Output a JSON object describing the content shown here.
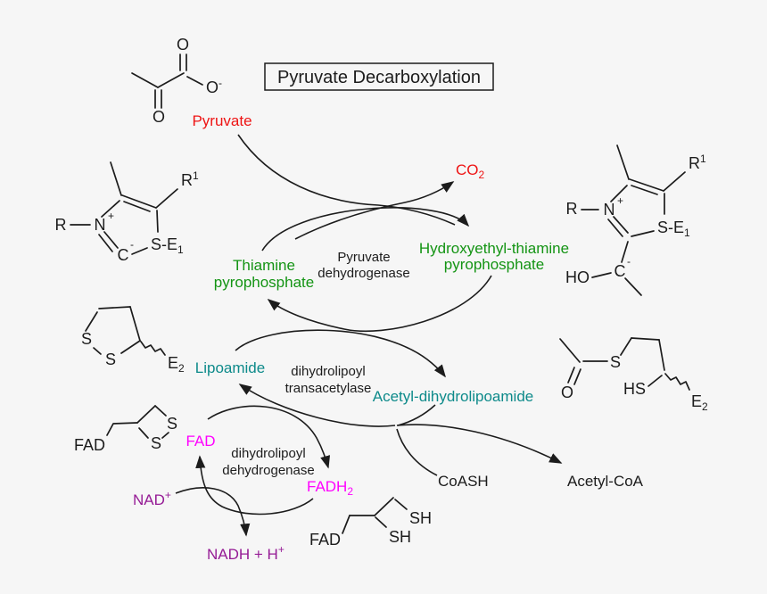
{
  "title": {
    "text": "Pyruvate Decarboxylation"
  },
  "colors": {
    "background": "#f6f6f6",
    "ink": "#1c1c1c",
    "red": "#ee1414",
    "green": "#149414",
    "teal": "#0d8a8a",
    "magenta": "#ff00ff",
    "purple": "#951b95"
  },
  "labels": {
    "pyruvate": "Pyruvate",
    "co2": {
      "base": "CO",
      "sub": "2"
    },
    "tpp": {
      "line1": "Thiamine",
      "line2": "pyrophosphate"
    },
    "enzyme1": {
      "line1": "Pyruvate",
      "line2": "dehydrogenase"
    },
    "hetpp": {
      "line1": "Hydroxyethyl-thiamine",
      "line2": "pyrophosphate"
    },
    "lipoamide": "Lipoamide",
    "enzyme2": {
      "line1": "dihydrolipoyl",
      "line2": "transacetylase"
    },
    "acetyl_dihydrolipoamide": "Acetyl-dihydrolipoamide",
    "fad": "FAD",
    "enzyme3": {
      "line1": "dihydrolipoyl",
      "line2": "dehydrogenase"
    },
    "fadh2": {
      "base": "FADH",
      "sub": "2"
    },
    "nad_plus": {
      "base": "NAD",
      "sup": "+"
    },
    "nadh": {
      "base": "NADH + H",
      "sup": "+"
    },
    "coash": "CoASH",
    "acetyl_coa": "Acetyl-CoA"
  },
  "atoms": {
    "o": "O",
    "o_minus": {
      "base": "O",
      "sup": "-"
    },
    "r": "R",
    "r1": {
      "base": "R",
      "sup": "1"
    },
    "n": "N",
    "c": "C",
    "s": "S",
    "plus": "+",
    "minus": "-",
    "se1": {
      "base": "S-E",
      "sub": "1"
    },
    "ho": "HO",
    "hs": "HS",
    "sh": "SH",
    "e2": {
      "base": "E",
      "sub": "2"
    },
    "fad": "FAD"
  }
}
